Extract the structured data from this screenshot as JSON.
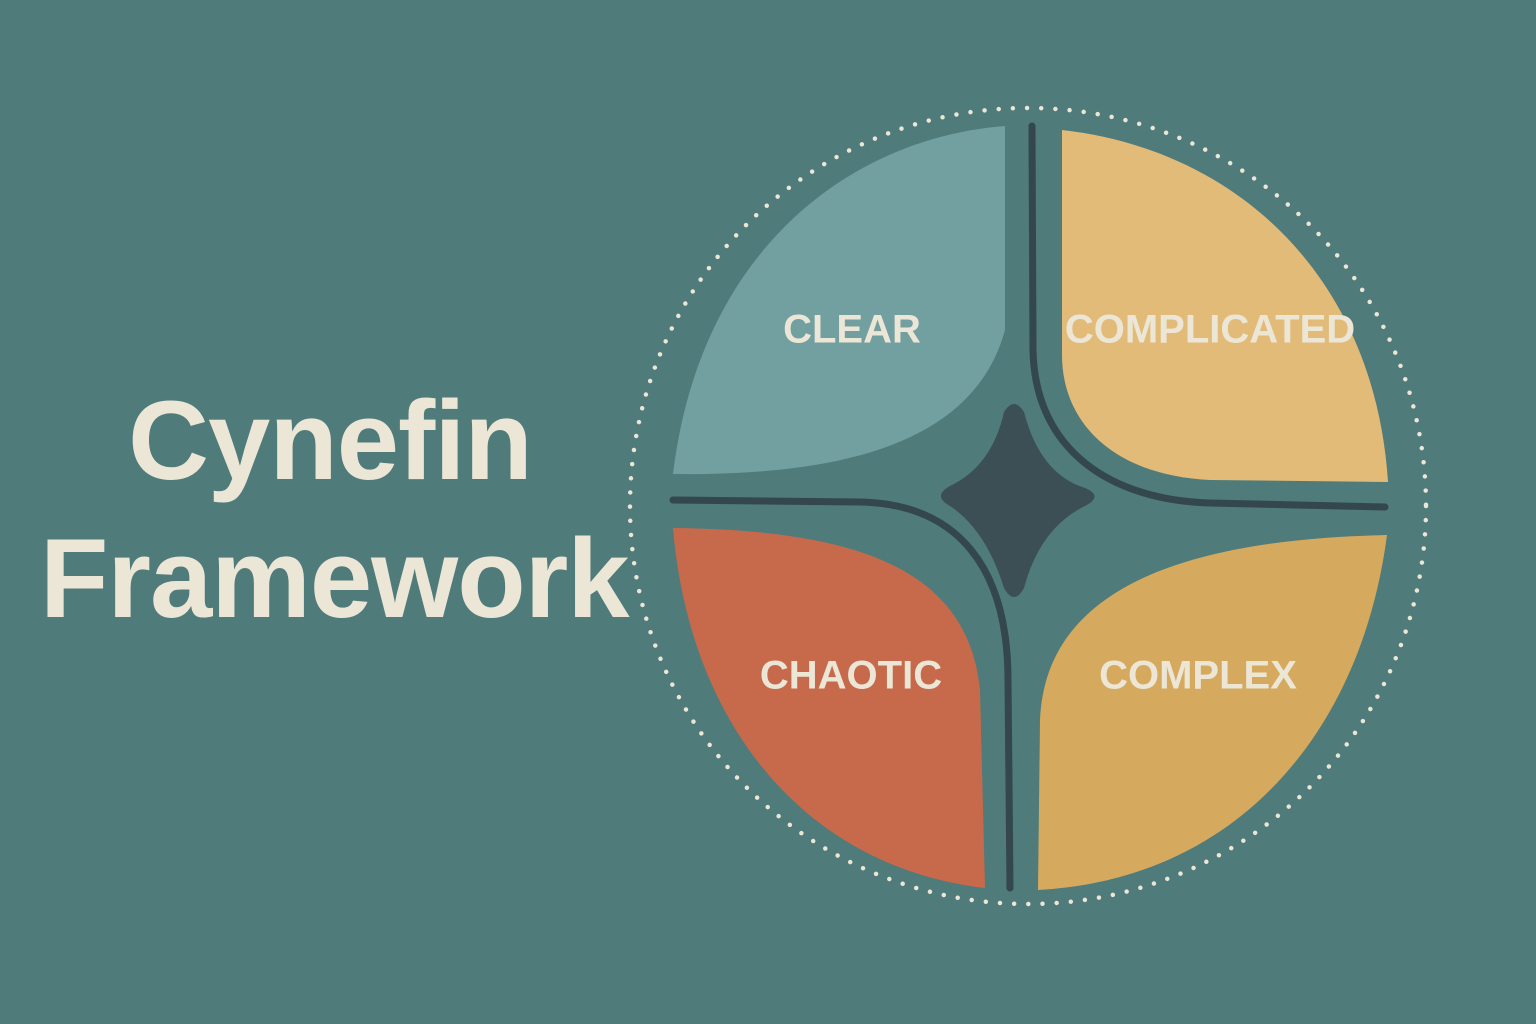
{
  "title": {
    "line1": "Cynefin",
    "line2": "Framework"
  },
  "domains": {
    "clear": {
      "label": "CLEAR",
      "color": "#72a0a0"
    },
    "complicated": {
      "label": "COMPLICATED",
      "color": "#e3bb79"
    },
    "chaotic": {
      "label": "CHAOTIC",
      "color": "#c76a4c"
    },
    "complex": {
      "label": "COMPLEX",
      "color": "#d6aa5e"
    }
  },
  "colors": {
    "background": "#4f7b7b",
    "center": "#3b4f55",
    "divider": "#33474c",
    "dots": "#ece6d6",
    "text": "#ece6d6"
  }
}
